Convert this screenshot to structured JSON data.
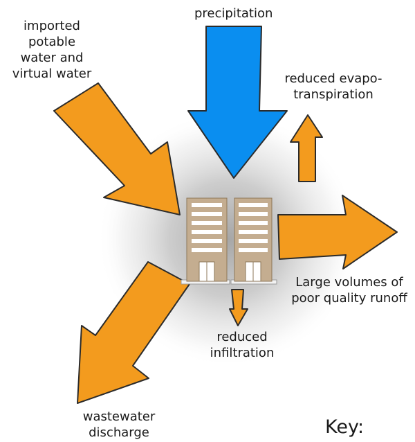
{
  "labels": {
    "precipitation": "precipitation",
    "imported": [
      "imported",
      "potable",
      "water and",
      "virtual water"
    ],
    "evapotranspiration": [
      "reduced evapo-",
      "transpiration"
    ],
    "runoff": [
      "Large volumes of",
      "poor quality runoff"
    ],
    "infiltration": [
      "reduced",
      "infiltration"
    ],
    "wastewater": [
      "wastewater",
      "discharge"
    ],
    "key": "Key:"
  },
  "colors": {
    "inflow_orange": "#f39b1e",
    "precipitation_blue": "#0a8ef0",
    "building_tan": "#c4ad90",
    "window_white": "#ffffff",
    "halo_gray": "#a6a6a6",
    "outline": "#2b2b2b"
  }
}
